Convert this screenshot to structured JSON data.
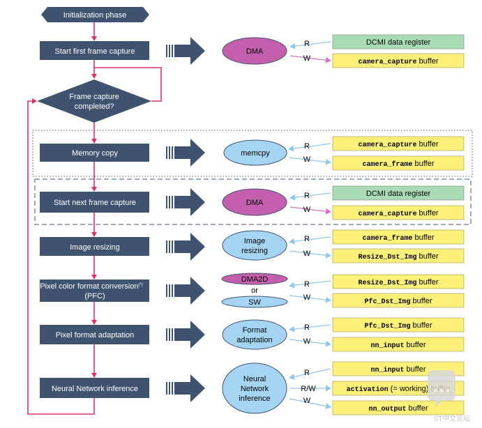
{
  "colors": {
    "box_dark": "#3f5371",
    "ellipse_magenta": "#c45fae",
    "ellipse_blue": "#a6d5f3",
    "register_green": "#a9dcb4",
    "buffer_yellow": "#fdf17a",
    "loop_red": "#e0306c",
    "arrow_read": "#8fc7ee",
    "arrow_write": "#d774bf",
    "watermark": "#c9c9c9"
  },
  "flow": {
    "init": "Initialization phase",
    "first_capture": "Start first frame capture",
    "decision_line1": "Frame capture",
    "decision_line2": "completed?",
    "memory_copy": "Memory copy",
    "next_capture": "Start next frame capture",
    "resizing": "Image resizing",
    "pfc_line1": "Pixel color format conversion",
    "pfc_sup": "(*)",
    "pfc_line2": "(PFC)",
    "adaptation": "Pixel format adaptation",
    "inference": "Neural Network inference"
  },
  "engines": {
    "dma1": "DMA",
    "memcpy": "memcpy",
    "dma2": "DMA",
    "resizing_line1": "Image",
    "resizing_line2": "resizing",
    "dma2d": "DMA2D",
    "or": "or",
    "sw": "SW",
    "format_line1": "Format",
    "format_line2": "adaptation",
    "nn_line1": "Neural",
    "nn_line2": "Network",
    "nn_line3": "inference"
  },
  "access": {
    "read": "R",
    "write": "W",
    "read_write": "R/W"
  },
  "buffers": {
    "dcmi1": "DCMI data register",
    "cc1_name": "camera_capture",
    "cc1_suffix": " buffer",
    "cc2_name": "camera_capture",
    "cc2_suffix": " buffer",
    "cf1_name": "camera_frame",
    "cf1_suffix": " buffer",
    "dcmi2": "DCMI data register",
    "cc3_name": "camera_capture",
    "cc3_suffix": " buffer",
    "cf2_name": "camera_frame",
    "cf2_suffix": " buffer",
    "rdi1_name": "Resize_Dst_Img",
    "rdi1_suffix": " buffer",
    "rdi2_name": "Resize_Dst_Img",
    "rdi2_suffix": " buffer",
    "pdi1_name": "Pfc_Dst_Img",
    "pdi1_suffix": " buffer",
    "pdi2_name": "Pfc_Dst_Img",
    "pdi2_suffix": " buffer",
    "nni1_name": "nn_input",
    "nni1_suffix": " buffer",
    "nni2_name": "nn_input",
    "nni2_suffix": " buffer",
    "act_name": "activation",
    "act_suffix": " (= working) buffer",
    "nno_name": "nn_output",
    "nno_suffix": " buffer"
  },
  "watermark": "ST中文论坛"
}
